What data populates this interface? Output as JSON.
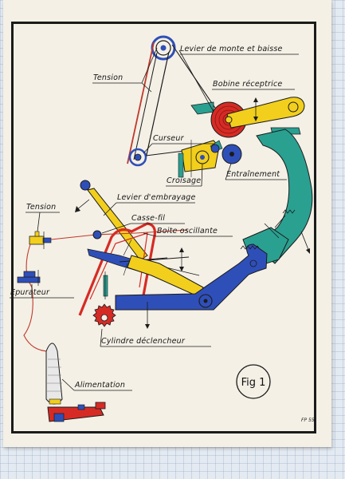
{
  "labels": {
    "levier_monte_baisse": "Levier de monte et baisse",
    "tension_top": "Tension",
    "bobine": "Bobine réceptrice",
    "curseur": "Curseur",
    "croisage": "Croisage",
    "entrainement": "Entraînement",
    "levier_embrayage": "Levier d'embrayage",
    "tension_left": "Tension",
    "casse_fil": "Casse-fil",
    "boite_oscillante": "Boite oscillante",
    "epurateur": "Epurateur",
    "cylindre": "Cylindre déclencheur",
    "alimentation": "Alimentation"
  },
  "figure_label": "Fig 1",
  "signature": "FP 55",
  "colors": {
    "yellow": "#f2cf1d",
    "blue": "#2f4fb8",
    "red": "#d62b25",
    "green": "#2aa091",
    "paper": "#f4f0e6",
    "ink": "#1b1b1b"
  }
}
